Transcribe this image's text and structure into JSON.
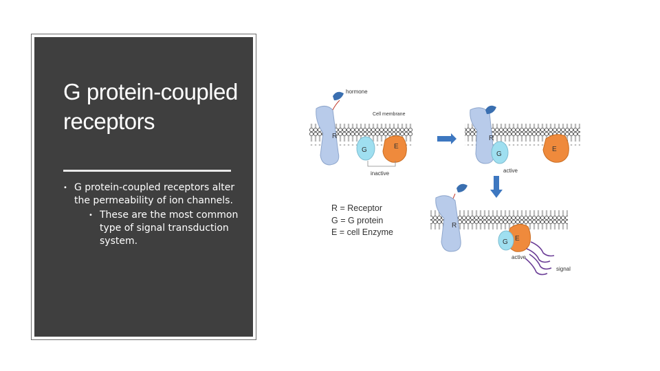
{
  "slide": {
    "title": "G protein-coupled receptors",
    "bullets": [
      "G protein-coupled receptors alter the permeability of ion channels.",
      "These are the most common type of signal transduction system."
    ]
  },
  "diagram": {
    "labels": {
      "hormone": "hormone",
      "cell_membrane": "Cell membrane",
      "inactive": "inactive",
      "active_top": "active",
      "active_bottom": "active",
      "signal": "signal",
      "r": "R",
      "g": "G",
      "e": "E"
    },
    "legend": [
      "R = Receptor",
      "G = G protein",
      "E = cell Enzyme"
    ],
    "colors": {
      "receptor": "#b8cbea",
      "g_protein": "#9fdff0",
      "enzyme": "#ef8a3c",
      "hormone": "#3a6fb0",
      "arrow": "#3d77c0",
      "signal": "#6a3c96"
    }
  }
}
